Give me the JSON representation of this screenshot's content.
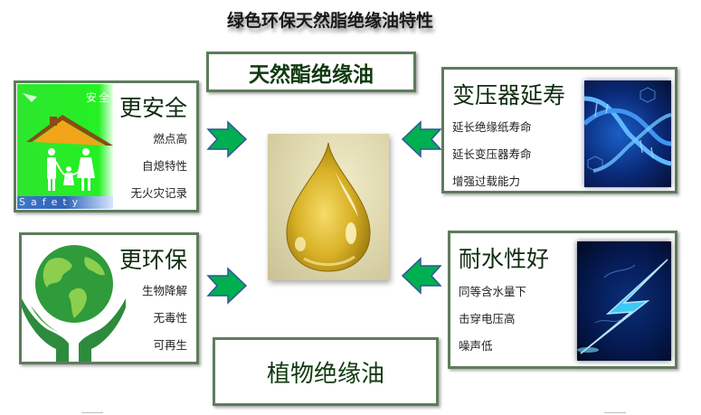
{
  "title": "绿色环保天然脂绝缘油特性",
  "center_top_label": "天然酯绝缘油",
  "center_bottom_label": "植物绝缘油",
  "center_image": "oil-drop",
  "arrow_color": "#00b050",
  "arrow_outline": "#2f5597",
  "border_color": "#5e7c5c",
  "cards": {
    "safety": {
      "title": "更安全",
      "items": [
        "燃点高",
        "自熄特性",
        "无火灾记录"
      ],
      "image": "safety-house-family",
      "image_text_top": "安全",
      "image_text_bottom": "Safety"
    },
    "eco": {
      "title": "更环保",
      "items": [
        "生物降解",
        "无毒性",
        "可再生"
      ],
      "image": "globe-hands"
    },
    "transformer": {
      "title": "变压器延寿",
      "items": [
        "延长绝缘纸寿命",
        "延长变压器寿命",
        "增强过载能力"
      ],
      "image": "dna-helix"
    },
    "water": {
      "title": "耐水性好",
      "items": [
        "同等含水量下",
        "击穿电压高",
        "噪声低"
      ],
      "image": "lightning-bolt"
    }
  }
}
